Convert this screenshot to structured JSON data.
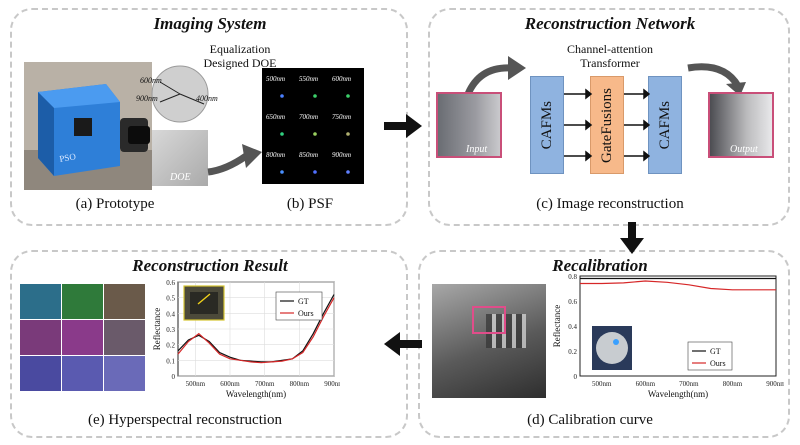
{
  "panels": {
    "imaging": {
      "title": "Imaging System",
      "caption_a": "(a) Prototype",
      "caption_b": "(b) PSF",
      "doe_title_line1": "Equalization",
      "doe_title_line2": "Designed DOE",
      "doe_labels": [
        "600nm",
        "900nm",
        "400nm"
      ],
      "doe_photo_label": "DOE"
    },
    "network": {
      "title": "Reconstruction Network",
      "caption": "(c) Image reconstruction",
      "transformer_line1": "Channel-attention",
      "transformer_line2": "Transformer",
      "block_left": "CAFMs",
      "block_mid": "GateFusions",
      "block_right": "CAFMs",
      "input_label": "Input",
      "output_label": "Output"
    },
    "recalibration": {
      "title": "Recalibration",
      "caption": "(d) Calibration curve"
    },
    "result": {
      "title": "Reconstruction Result",
      "caption": "(e) Hyperspectral reconstruction"
    }
  },
  "psf_labels": [
    "500nm",
    "550nm",
    "600nm",
    "650nm",
    "700nm",
    "750nm",
    "800nm",
    "850nm",
    "900nm"
  ],
  "colors": {
    "gt": "#111111",
    "ours": "#d62728",
    "cafm": "#8fb3e0",
    "gate": "#f7b98a",
    "panel_border": "#c8c8c8"
  },
  "chart_data": [
    {
      "type": "line",
      "id": "hyperspectral",
      "xlabel": "Wavelength(nm)",
      "ylabel": "Reflectance",
      "xticks": [
        "500nm",
        "600nm",
        "700nm",
        "800nm",
        "900nm"
      ],
      "xlim": [
        450,
        900
      ],
      "ylim": [
        0,
        0.6
      ],
      "yticks": [
        0,
        0.1,
        0.2,
        0.3,
        0.4,
        0.5,
        0.6
      ],
      "grid": true,
      "legend": "top-right",
      "series": [
        {
          "name": "GT",
          "x": [
            450,
            480,
            510,
            540,
            570,
            600,
            630,
            660,
            690,
            720,
            750,
            780,
            810,
            840,
            870,
            900
          ],
          "y": [
            0.16,
            0.23,
            0.26,
            0.22,
            0.15,
            0.12,
            0.1,
            0.095,
            0.09,
            0.09,
            0.1,
            0.11,
            0.16,
            0.27,
            0.4,
            0.52
          ]
        },
        {
          "name": "Ours",
          "x": [
            450,
            480,
            510,
            540,
            570,
            600,
            630,
            660,
            690,
            720,
            750,
            780,
            810,
            840,
            870,
            900
          ],
          "y": [
            0.14,
            0.22,
            0.27,
            0.21,
            0.14,
            0.11,
            0.1,
            0.09,
            0.085,
            0.09,
            0.095,
            0.11,
            0.15,
            0.25,
            0.38,
            0.5
          ]
        }
      ]
    },
    {
      "type": "line",
      "id": "calibration",
      "xlabel": "Wavelength(nm)",
      "ylabel": "Reflectance",
      "xticks": [
        "500nm",
        "600nm",
        "700nm",
        "800nm",
        "900nm"
      ],
      "xlim": [
        450,
        900
      ],
      "ylim": [
        0,
        0.8
      ],
      "yticks": [
        0,
        0.2,
        0.4,
        0.6,
        0.8
      ],
      "grid": false,
      "legend": "bottom-right",
      "series": [
        {
          "name": "GT",
          "x": [
            450,
            900
          ],
          "y": [
            0.78,
            0.78
          ]
        },
        {
          "name": "Ours",
          "x": [
            450,
            500,
            550,
            600,
            650,
            700,
            750,
            800,
            850,
            900
          ],
          "y": [
            0.74,
            0.74,
            0.745,
            0.76,
            0.75,
            0.73,
            0.7,
            0.69,
            0.69,
            0.69
          ]
        }
      ]
    }
  ]
}
